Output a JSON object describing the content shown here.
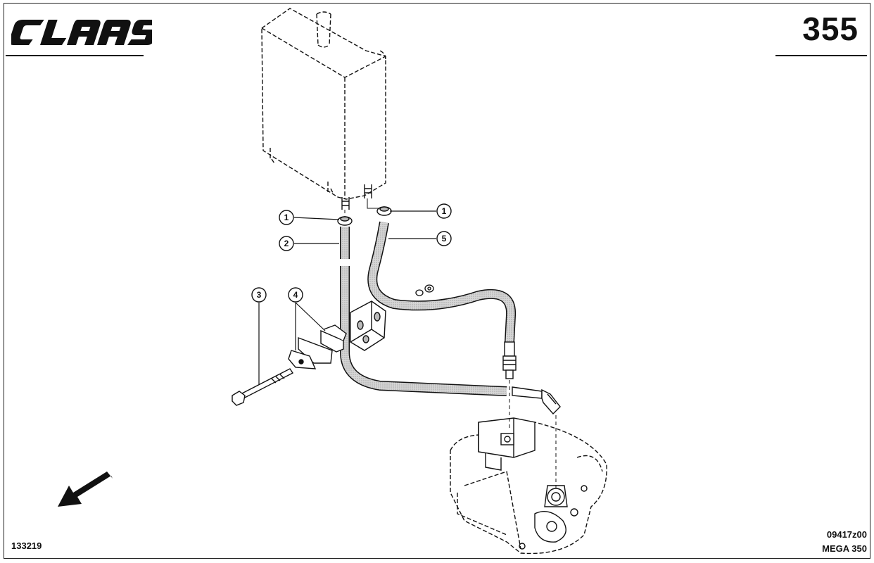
{
  "header": {
    "logo_text": "CLAAS",
    "page_number": "355"
  },
  "footer": {
    "image_id": "133219",
    "drawing_code": "09417z00",
    "model_name": "MEGA 350"
  },
  "callouts": [
    {
      "id": "c1a",
      "label": "1"
    },
    {
      "id": "c1b",
      "label": "1"
    },
    {
      "id": "c2",
      "label": "2"
    },
    {
      "id": "c3",
      "label": "3"
    },
    {
      "id": "c4",
      "label": "4"
    },
    {
      "id": "c5",
      "label": "5"
    }
  ],
  "colors": {
    "ink": "#111111",
    "hose_fill": "#c9c9c9",
    "paper": "#ffffff"
  },
  "icons": {
    "direction_arrow": "arrow-down-left-icon",
    "logo": "claas-logo"
  }
}
